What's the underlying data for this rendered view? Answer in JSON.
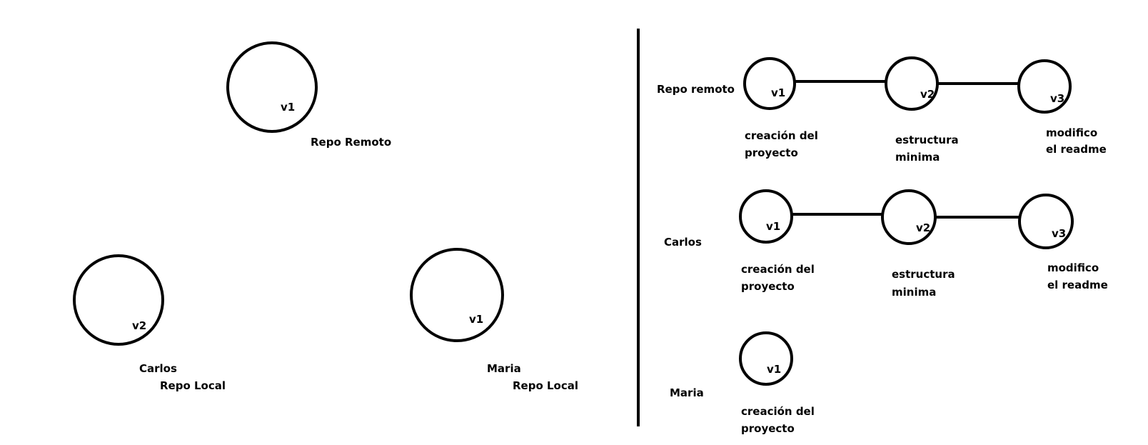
{
  "left": {
    "remote": {
      "version": "v1",
      "label": "Repo Remoto"
    },
    "carlos": {
      "version": "v2",
      "name": "Carlos",
      "label": "Repo Local"
    },
    "maria": {
      "version": "v1",
      "name": "Maria",
      "label": "Repo Local"
    }
  },
  "right": {
    "rows": [
      {
        "name": "Repo remoto",
        "commits": [
          {
            "version": "v1",
            "desc_1": "creación del",
            "desc_2": "proyecto"
          },
          {
            "version": "v2",
            "desc_1": "estructura",
            "desc_2": "minima"
          },
          {
            "version": "v3",
            "desc_1": "modifico",
            "desc_2": "el readme"
          }
        ]
      },
      {
        "name": "Carlos",
        "commits": [
          {
            "version": "v1",
            "desc_1": "creación del",
            "desc_2": "proyecto"
          },
          {
            "version": "v2",
            "desc_1": "estructura",
            "desc_2": "minima"
          },
          {
            "version": "v3",
            "desc_1": "modifico",
            "desc_2": "el readme"
          }
        ]
      },
      {
        "name": "Maria",
        "commits": [
          {
            "version": "v1",
            "desc_1": "creación del",
            "desc_2": "proyecto"
          }
        ]
      }
    ]
  }
}
